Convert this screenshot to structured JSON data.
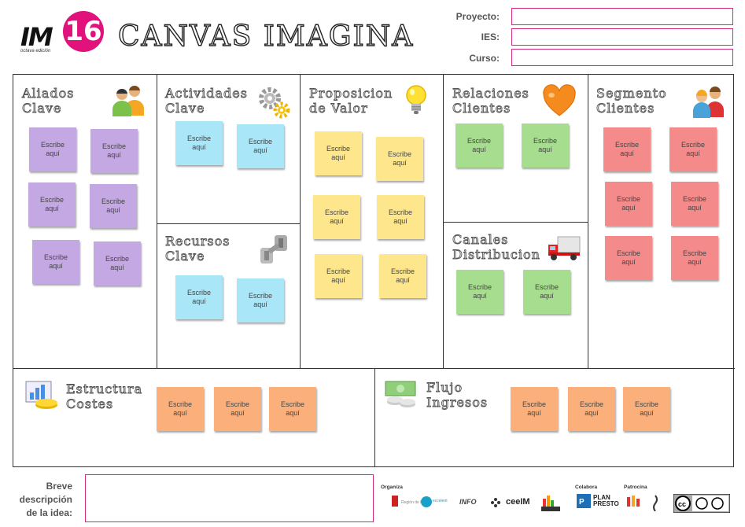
{
  "header": {
    "logo_im": "IM",
    "logo_number": "16",
    "logo_subtitle": "octava edición",
    "title": "CANVAS IMAGINA",
    "fields": [
      {
        "label": "Proyecto:",
        "value": ""
      },
      {
        "label": "IES:",
        "value": ""
      },
      {
        "label": "Curso:",
        "value": ""
      }
    ]
  },
  "blocks": {
    "aliados": {
      "title_l1": "Aliados",
      "title_l2": "Clave",
      "icon": "partners-icon"
    },
    "actividades": {
      "title_l1": "Actividades",
      "title_l2": "Clave",
      "icon": "gears-icon"
    },
    "recursos": {
      "title_l1": "Recursos",
      "title_l2": "Clave",
      "icon": "dumbbells-icon"
    },
    "propuesta": {
      "title_l1": "Proposicion",
      "title_l2": "de Valor",
      "icon": "lightbulb-icon"
    },
    "relaciones": {
      "title_l1": "Relaciones",
      "title_l2": "Clientes",
      "icon": "heart-icon"
    },
    "canales": {
      "title_l1": "Canales",
      "title_l2": "Distribucion",
      "icon": "truck-icon"
    },
    "segmento": {
      "title_l1": "Segmento",
      "title_l2": "Clientes",
      "icon": "customers-icon"
    },
    "costes": {
      "title_l1": "Estructura",
      "title_l2": "Costes",
      "icon": "chart-coins-icon"
    },
    "ingresos": {
      "title_l1": "Flujo",
      "title_l2": "Ingresos",
      "icon": "money-icon"
    }
  },
  "note_text": "Escribe\naquí",
  "colors": {
    "accent": "#e2127c",
    "field_border": "#d4287f",
    "note_purple": "#c3a8e4",
    "note_blue": "#a8e6f8",
    "note_yellow": "#fde68c",
    "note_green": "#a6dd8e",
    "note_red": "#f48a8a",
    "note_orange": "#fbb07c"
  },
  "footer": {
    "description_label": "Breve\ndescripción\nde la idea:",
    "description_value": "",
    "organiza_label": "Organiza",
    "colabora_label": "Colabora",
    "patrocina_label": "Patrocina",
    "sponsors": [
      "ceeIM",
      "PLAN PRESTO"
    ]
  }
}
